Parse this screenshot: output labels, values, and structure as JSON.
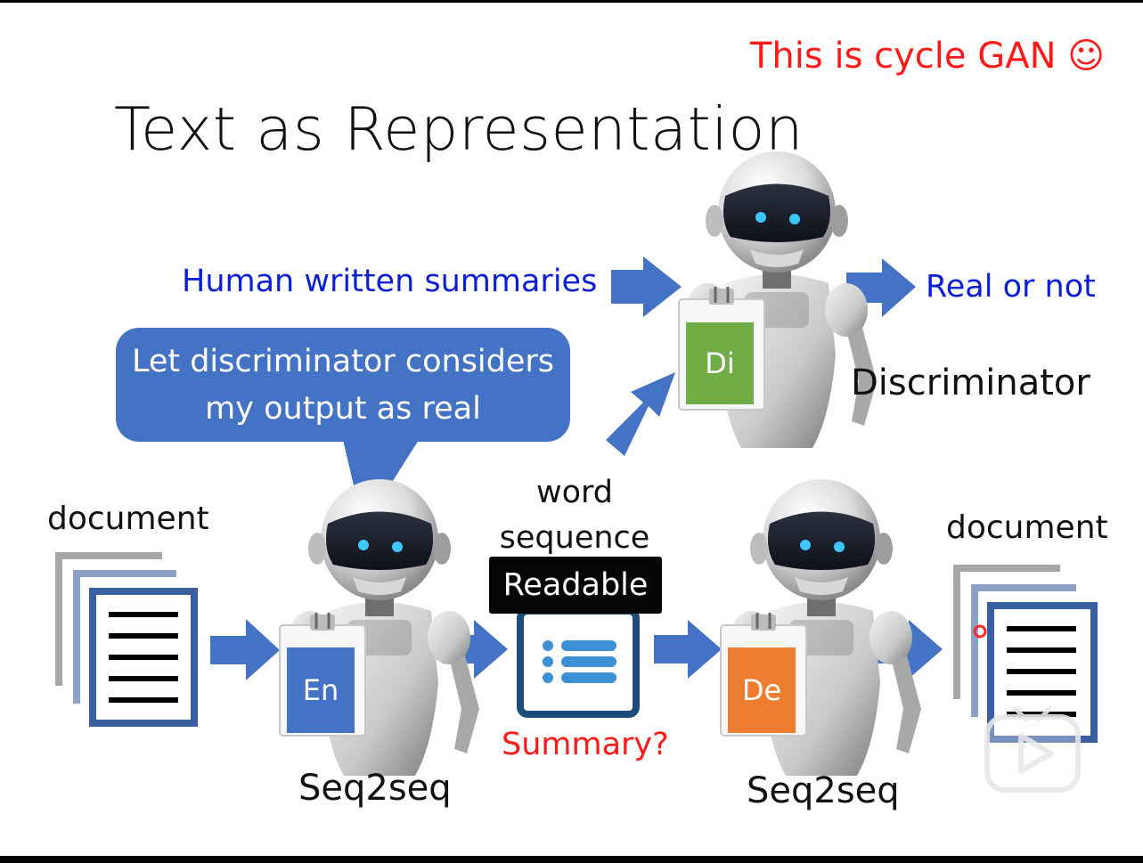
{
  "slide": {
    "note": "This is cycle GAN ☺",
    "title": "Text as Representation",
    "human_written": "Human written summaries",
    "real_or_not": "Real or not",
    "discriminator": "Discriminator",
    "speech_bubble": "Let discriminator considers my output as real",
    "word_sequence": "word sequence",
    "readable": "Readable",
    "summary": "Summary?",
    "document_left": "document",
    "document_right": "document",
    "seq2seq_left": "Seq2seq",
    "seq2seq_right": "Seq2seq",
    "badge_encoder": "En",
    "badge_decoder": "De",
    "badge_discriminator": "Di"
  },
  "colors": {
    "arrow": "#4472c4",
    "bubble": "#4472c4",
    "encoder": "#4472c4",
    "decoder": "#ed7d31",
    "discriminator": "#70ad47",
    "note": "#ff1a1a",
    "blue_text": "#0a1fd6"
  },
  "icons": [
    "robot-icon",
    "document-stack-icon",
    "summary-list-icon",
    "play-icon"
  ]
}
